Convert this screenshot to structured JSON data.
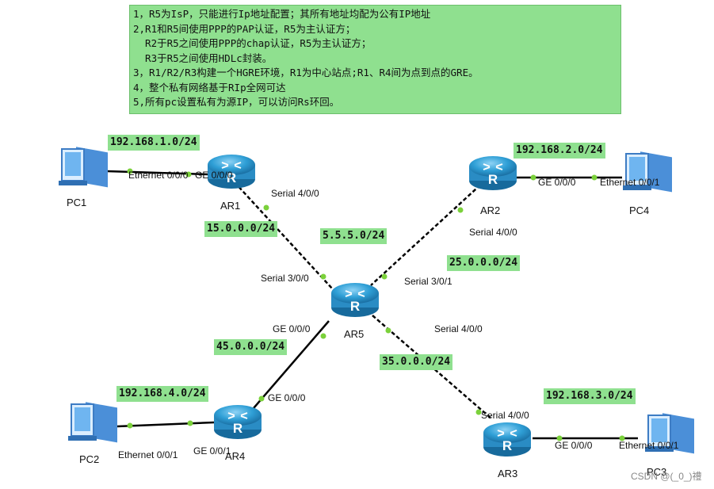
{
  "requirements": [
    "1，R5为IsP，只能进行Ip地址配置；其所有地址均配为公有IP地址",
    "2,R1和R5间使用PPP的PAP认证，R5为主认证方；",
    "  R2于R5之间使用PPP的chap认证，R5为主认证方；",
    "  R3于R5之间使用HDLc封装。",
    "3，R1/R2/R3构建一个HGRE环境，R1为中心站点;R1、R4间为点到点的GRE。",
    "4，整个私有网络基于RIp全网可达",
    "5,所有pc设置私有为源IP，可以访问Rs环回。"
  ],
  "nodes": {
    "pc1": "PC1",
    "pc2": "PC2",
    "pc3": "PC3",
    "pc4": "PC4",
    "ar1": "AR1",
    "ar2": "AR2",
    "ar3": "AR3",
    "ar4": "AR4",
    "ar5": "AR5"
  },
  "networks": {
    "lan1": "192.168.1.0/24",
    "lan2": "192.168.2.0/24",
    "lan3": "192.168.3.0/24",
    "lan4": "192.168.4.0/24",
    "link15": "15.0.0.0/24",
    "loop5": "5.5.5.0/24",
    "link25": "25.0.0.0/24",
    "link45": "45.0.0.0/24",
    "link35": "35.0.0.0/24"
  },
  "ports": {
    "pc1_eth": "Ethernet 0/0/0",
    "ar1_ge": "GE 0/0/0",
    "ar1_s": "Serial 4/0/0",
    "ar5_s30": "Serial 3/0/0",
    "ar5_s31": "Serial 3/0/1",
    "ar5_s40": "Serial 4/0/0",
    "ar5_ge": "GE 0/0/0",
    "ar2_ge": "GE 0/0/0",
    "pc4_eth": "Ethernet 0/0/1",
    "ar2_s": "Serial 4/0/0",
    "ar4_ge0": "GE 0/0/0",
    "ar4_ge1": "GE 0/0/1",
    "pc2_eth": "Ethernet 0/0/1",
    "ar3_s": "Serial 4/0/0",
    "ar3_ge": "GE 0/0/0",
    "pc3_eth": "Ethernet 0/0/1"
  },
  "watermark": "CSDN @(_0_)禮",
  "colors": {
    "label_bg": "#8fe08f",
    "router": "#2f9fd6",
    "link_dot": "#7bd13b"
  }
}
